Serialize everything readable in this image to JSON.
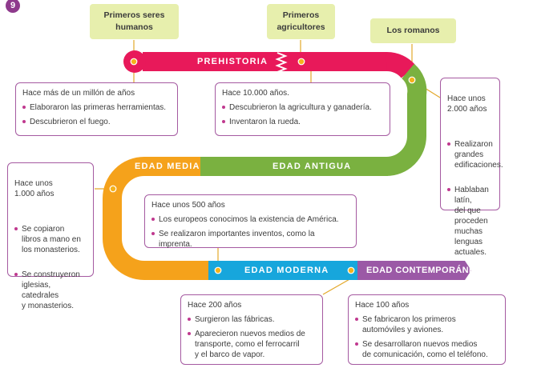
{
  "badge": "9",
  "colors": {
    "prehistoria": "#e8195a",
    "antigua": "#7ab140",
    "media": "#f5a21b",
    "moderna": "#17a6dc",
    "contemporanea": "#9b59a6",
    "callout_bg": "#e7efad",
    "box_border": "#a55aa1",
    "bullet": "#c0398f"
  },
  "eras": {
    "prehistoria": "PREHISTORIA",
    "antigua": "EDAD ANTIGUA",
    "media": "EDAD MEDIA",
    "moderna": "EDAD MODERNA",
    "contemporanea": "EDAD CONTEMPORÁNEA"
  },
  "callouts": {
    "primeros_seres": "Primeros seres\nhumanos",
    "primeros_agricultores": "Primeros\nagricultores",
    "romanos": "Los romanos"
  },
  "boxes": {
    "prehistoria_1": {
      "header": "Hace más de un millón de años",
      "items": [
        "Elaboraron las primeras herramientas.",
        "Descubrieron el fuego."
      ]
    },
    "prehistoria_2": {
      "header": "Hace 10.000 años.",
      "items": [
        "Descubrieron la agricultura y ganadería.",
        "Inventaron la rueda."
      ]
    },
    "antigua": {
      "header": "Hace unos\n2.000 años",
      "items": [
        "Realizaron\ngrandes\nedificaciones.",
        "Hablaban latín,\ndel que\nproceden\nmuchas\nlenguas\nactuales."
      ]
    },
    "media": {
      "header": "Hace unos\n1.000 años",
      "items": [
        "Se copiaron\nlibros a mano en\nlos monasterios.",
        "Se construyeron\niglesias,\ncatedrales\ny monasterios."
      ]
    },
    "moderna_center": {
      "header": "Hace unos 500 años",
      "items": [
        "Los europeos conocimos la existencia de América.",
        "Se realizaron importantes inventos, como la imprenta."
      ]
    },
    "moderna": {
      "header": "Hace 200 años",
      "items": [
        "Surgieron las fábricas.",
        "Aparecieron nuevos medios de\ntransporte, como el ferrocarril\ny el barco de vapor."
      ]
    },
    "contemporanea": {
      "header": "Hace 100 años",
      "items": [
        "Se fabricaron los primeros\nautomóviles y aviones.",
        "Se desarrollaron nuevos medios\nde comunicación, como el teléfono."
      ]
    }
  }
}
